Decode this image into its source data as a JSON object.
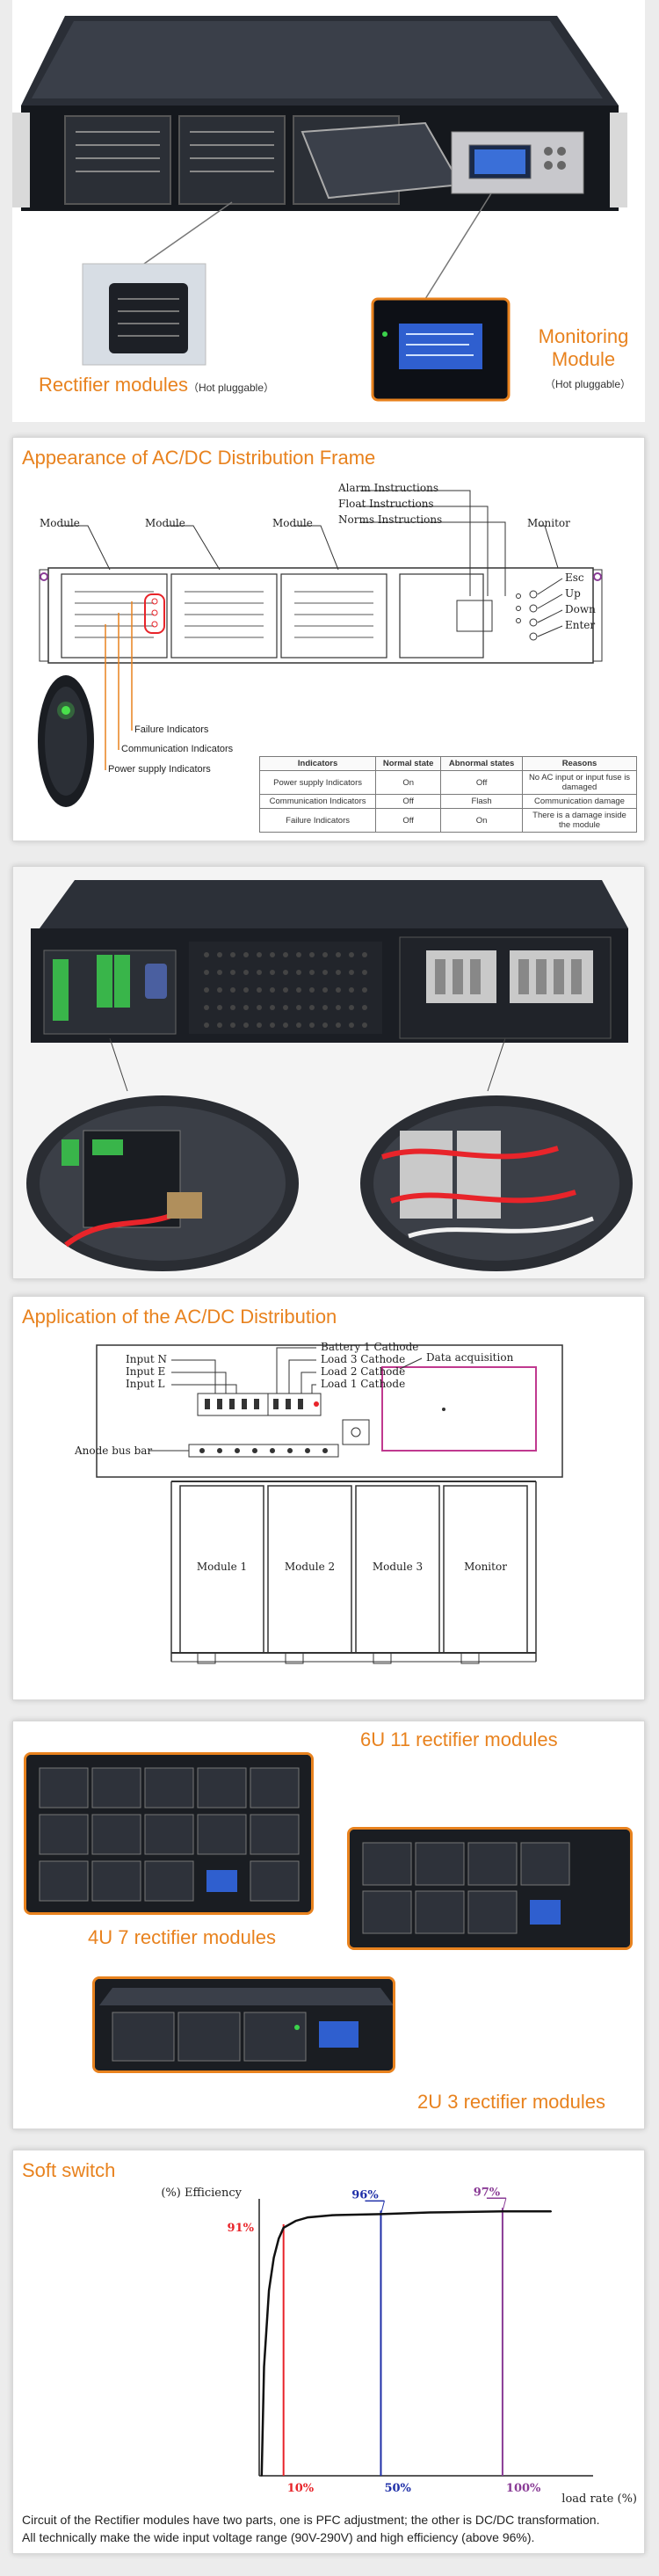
{
  "panel1": {
    "rectifier_label": "Rectifier modules",
    "rectifier_note": "（Hot pluggable）",
    "monitoring_label": "Monitoring Module",
    "monitoring_note": "（Hot pluggable）"
  },
  "panel2": {
    "title": "Appearance of AC/DC Distribution Frame",
    "callouts": {
      "module1": "Module",
      "module2": "Module",
      "module3": "Module",
      "alarm": "Alarm Instructions",
      "float": "Float Instructions",
      "norms": "Norms Instructions",
      "monitor": "Monitor",
      "esc": "Esc",
      "up": "Up",
      "down": "Down",
      "enter": "Enter"
    },
    "indicator_labels": {
      "failure": "Failure Indicators",
      "communication": "Communication Indicators",
      "power": "Power supply Indicators"
    },
    "table": {
      "headers": [
        "Indicators",
        "Normal state",
        "Abnormal states",
        "Reasons"
      ],
      "rows": [
        [
          "Power supply Indicators",
          "On",
          "Off",
          "No AC input or input fuse is damaged"
        ],
        [
          "Communication Indicators",
          "Off",
          "Flash",
          "Communication damage"
        ],
        [
          "Failure Indicators",
          "Off",
          "On",
          "There is a damage inside the module"
        ]
      ]
    }
  },
  "panel4": {
    "title": "Application of the AC/DC Distribution",
    "labels": {
      "input_n": "Input N",
      "input_e": "Input E",
      "input_l": "Input L",
      "battery1": "Battery 1 Cathode",
      "load3": "Load 3 Cathode",
      "load2": "Load 2 Cathode",
      "load1": "Load 1 Cathode",
      "data_acq": "Data acquisition",
      "anode": "Anode bus bar",
      "module1": "Module 1",
      "module2": "Module 2",
      "module3": "Module 3",
      "monitor": "Monitor"
    }
  },
  "panel5": {
    "label_6u": "6U 11 rectifier modules",
    "label_4u": "4U 7 rectifier modules",
    "label_2u": "2U 3 rectifier modules"
  },
  "panel6": {
    "title": "Soft switch",
    "caption_line1": "Circuit of the Rectifier modules have two parts, one is PFC adjustment; the other is DC/DC transformation.",
    "caption_line2": "All technically make the wide input voltage range (90V-290V) and high efficiency (above 96%)."
  },
  "chart_data": {
    "type": "line",
    "title": "Soft switch",
    "ylabel": "(%) Efficiency",
    "xlabel": "load rate (%)",
    "x": [
      1,
      2,
      4,
      6,
      8,
      10,
      15,
      20,
      30,
      50,
      70,
      100,
      120
    ],
    "series": [
      {
        "values": [
          0,
          40,
          68,
          80,
          87,
          91,
          93.5,
          94.8,
          95.6,
          96,
          96.6,
          97,
          97
        ]
      }
    ],
    "markers": [
      {
        "x": 10,
        "x_label": "10%",
        "y_label": "91%",
        "color": "#e8242a"
      },
      {
        "x": 50,
        "x_label": "50%",
        "y_label": "96%",
        "color": "#1f2fa8"
      },
      {
        "x": 100,
        "x_label": "100%",
        "y_label": "97%",
        "color": "#8a3c96"
      }
    ],
    "xlim": [
      0,
      130
    ],
    "ylim": [
      0,
      100
    ],
    "grid": false
  },
  "colors": {
    "accent": "#e8821e",
    "marker_red": "#e8242a",
    "marker_blue": "#1f2fa8",
    "marker_purple": "#8a3c96"
  }
}
